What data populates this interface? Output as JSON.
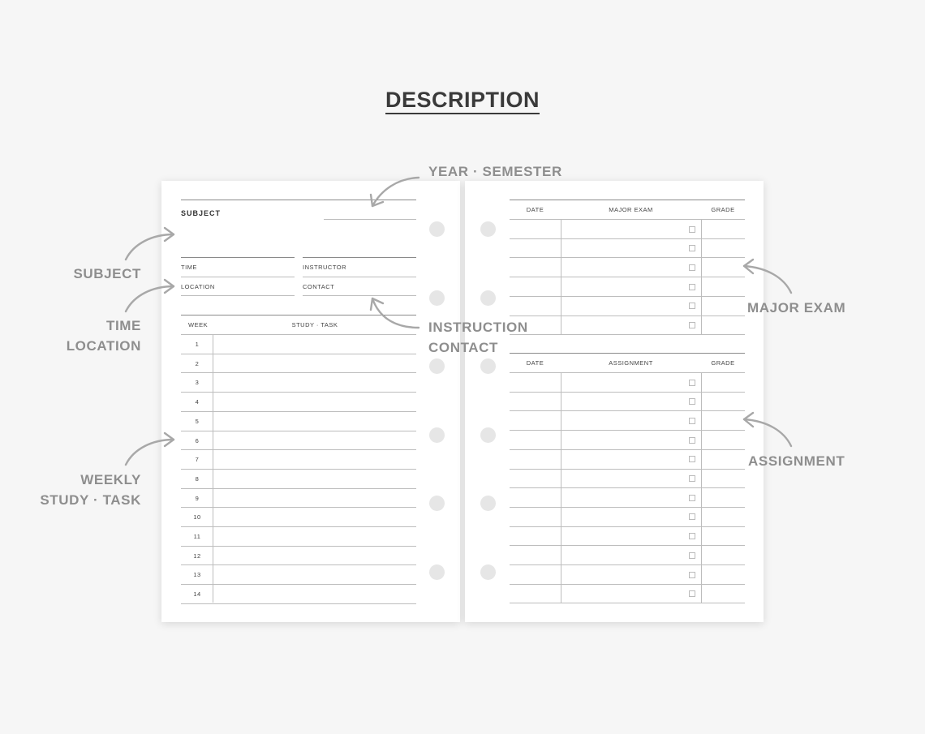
{
  "title": "DESCRIPTION",
  "left_page": {
    "subject_label": "SUBJECT",
    "time_label": "TIME",
    "instructor_label": "INSTRUCTOR",
    "location_label": "LOCATION",
    "contact_label": "CONTACT",
    "week_header": "WEEK",
    "study_header": "STUDY · TASK",
    "weeks": [
      "1",
      "2",
      "3",
      "4",
      "5",
      "6",
      "7",
      "8",
      "9",
      "10",
      "11",
      "12",
      "13",
      "14"
    ]
  },
  "right_page": {
    "exam_table": {
      "date_header": "DATE",
      "item_header": "MAJOR EXAM",
      "grade_header": "GRADE",
      "row_count": 6
    },
    "assignment_table": {
      "date_header": "DATE",
      "item_header": "ASSIGNMENT",
      "grade_header": "GRADE",
      "row_count": 12
    }
  },
  "annotations": {
    "year_semester": "YEAR · SEMESTER",
    "subject": "SUBJECT",
    "time": "TIME",
    "location": "LOCATION",
    "instruction": "INSTRUCTION",
    "contact": "CONTACT",
    "weekly": "WEEKLY",
    "study_task": "STUDY · TASK",
    "major_exam": "MAJOR EXAM",
    "assignment": "ASSIGNMENT"
  },
  "colors": {
    "background": "#f6f6f6",
    "page": "#ffffff",
    "annotation": "#8e8e8e",
    "arrow": "#a8a8a8"
  },
  "icons": {
    "arrow": "curved-arrow-icon",
    "checkbox": "checkbox-icon",
    "binder_hole": "binder-hole"
  }
}
